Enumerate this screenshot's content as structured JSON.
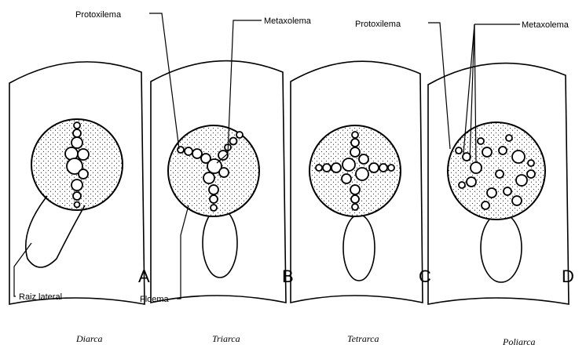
{
  "labels": {
    "protoxylem_left": "Protoxilema",
    "metaxylem_left": "Metaxolema",
    "protoxylem_right": "Protoxilema",
    "metaxylem_right": "Metaxolema",
    "lateral_root": "Raiz lateral",
    "phloem": "Floema"
  },
  "panels": [
    {
      "letter": "A",
      "caption": "Diarca"
    },
    {
      "letter": "B",
      "caption": "Triarca"
    },
    {
      "letter": "C",
      "caption": "Tetrarca"
    },
    {
      "letter": "D",
      "caption": "Poliarca"
    }
  ]
}
